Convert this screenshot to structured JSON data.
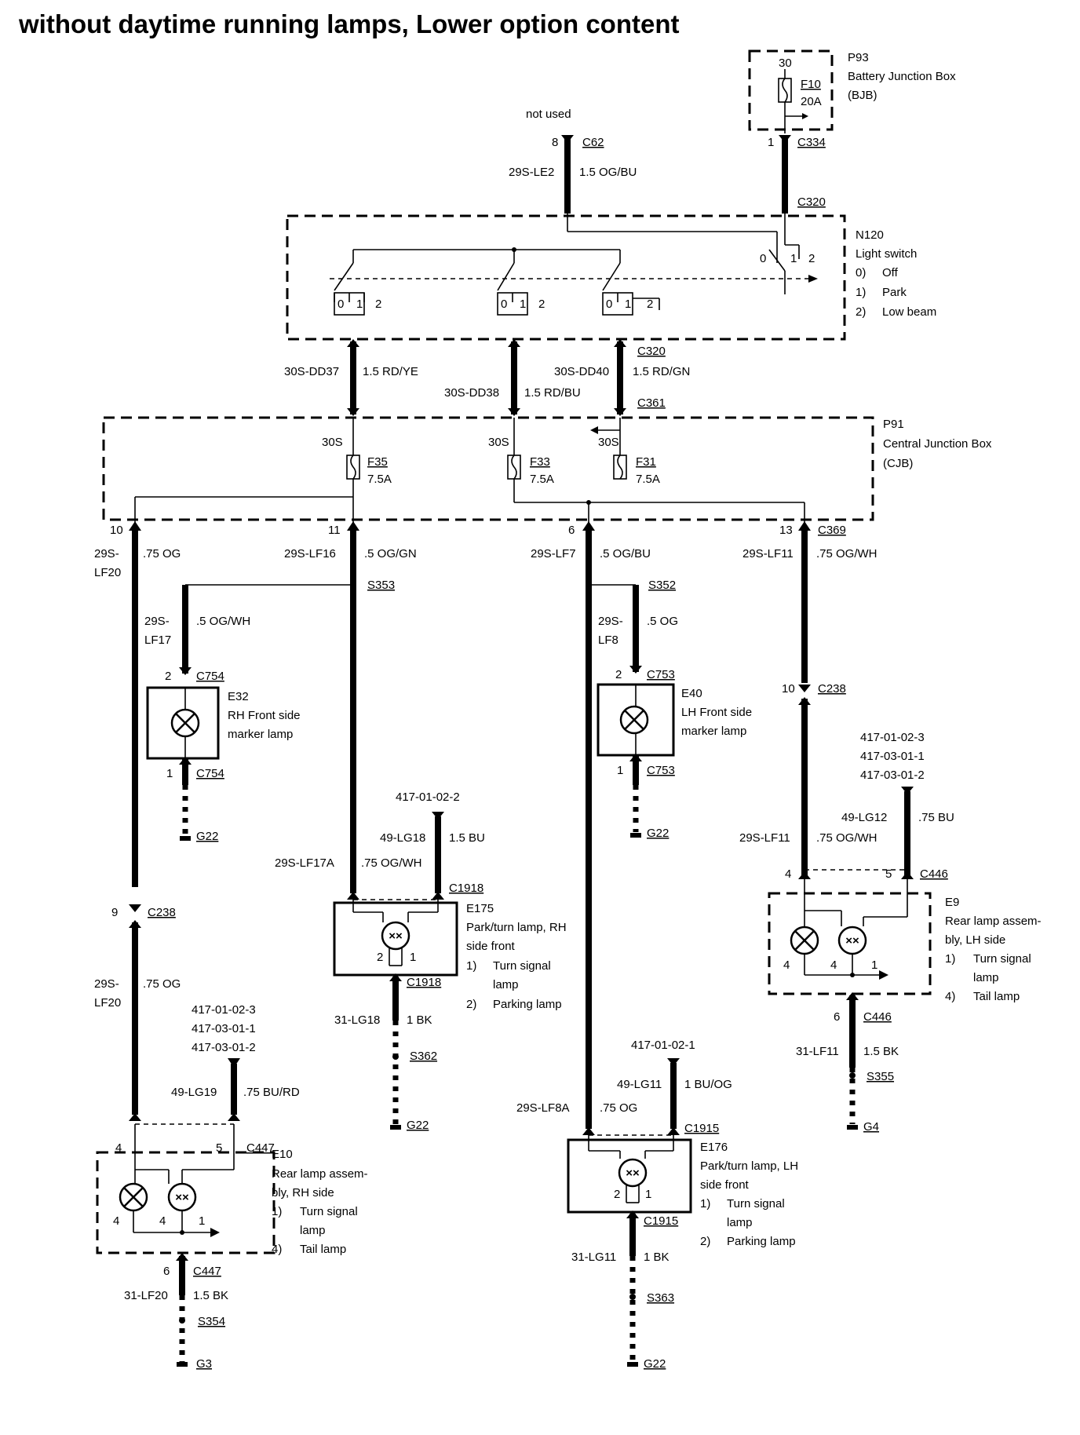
{
  "title": "without daytime running lamps, Lower option content",
  "p93": {
    "id": "P93",
    "name1": "Battery Junction Box",
    "name2": "(BJB)",
    "pin_top": "30",
    "fuse": "F10",
    "fuse_rating": "20A",
    "pin": "1",
    "connector": "C334"
  },
  "c62": {
    "note": "not used",
    "pin": "8",
    "connector": "C62",
    "circuit": "29S-LE2",
    "wire": "1.5 OG/BU"
  },
  "c320_top": "C320",
  "n120": {
    "id": "N120",
    "name": "Light switch",
    "opt0": "0)",
    "opt0_text": "Off",
    "opt1": "1)",
    "opt1_text": "Park",
    "opt2": "2)",
    "opt2_text": "Low beam",
    "pos0": "0",
    "pos1": "1",
    "pos2": "2"
  },
  "mid_wires": {
    "c320": "C320",
    "dd37": "30S-DD37",
    "dd37_wire": "1.5 RD/YE",
    "dd38": "30S-DD38",
    "dd38_wire": "1.5 RD/BU",
    "dd40": "30S-DD40",
    "dd40_wire": "1.5 RD/GN",
    "c361": "C361"
  },
  "p91": {
    "id": "P91",
    "name1": "Central Junction Box",
    "name2": "(CJB)",
    "f35": "F35",
    "f33": "F33",
    "f31": "F31",
    "rating": "7.5A",
    "pin30s": "30S"
  },
  "outputs": {
    "pin10": "10",
    "pin11": "11",
    "pin6": "6",
    "pin13": "13",
    "c369": "C369",
    "lf20": "29S-",
    "lf20b": "LF20",
    "lf20_wire": ".75 OG",
    "lf16": "29S-LF16",
    "lf16_wire": ".5 OG/GN",
    "lf7": "29S-LF7",
    "lf7_wire": ".5 OG/BU",
    "lf11": "29S-LF11",
    "lf11_wire": ".75 OG/WH"
  },
  "s353": "S353",
  "s352": "S352",
  "e32": {
    "lf17a": "29S-",
    "lf17b": "LF17",
    "wire": ".5 OG/WH",
    "pin2": "2",
    "conn": "C754",
    "id": "E32",
    "name1": "RH Front side",
    "name2": "marker lamp",
    "pin1": "1",
    "ground": "G22"
  },
  "e40": {
    "lf8a": "29S-",
    "lf8b": "LF8",
    "wire": ".5 OG",
    "pin2": "2",
    "conn": "C753",
    "id": "E40",
    "name1": "LH Front side",
    "name2": "marker lamp",
    "pin1": "1",
    "ground": "G22"
  },
  "c238_right": {
    "pin": "10",
    "conn": "C238"
  },
  "e175": {
    "ref": "417-01-02-2",
    "circ": "49-LG18",
    "wire": "1.5 BU",
    "lf17a": "29S-LF17A",
    "lf17a_wire": ".75 OG/WH",
    "conn": "C1918",
    "id": "E175",
    "name1": "Park/turn lamp, RH",
    "name2": "side front",
    "o1": "1)",
    "o1t": "Turn signal",
    "o1t2": "lamp",
    "o2": "2)",
    "o2t": "Parking lamp",
    "pin2": "2",
    "pin1": "1",
    "gnd_circ": "31-LG18",
    "gnd_wire": "1 BK",
    "splice": "S362",
    "ground": "G22"
  },
  "e9": {
    "ref1": "417-01-02-3",
    "ref2": "417-03-01-1",
    "ref3": "417-03-01-2",
    "circ": "49-LG12",
    "wire": ".75 BU",
    "lf11": "29S-LF11",
    "lf11_wire": ".75 OG/WH",
    "pin4": "4",
    "pin5": "5",
    "conn": "C446",
    "id": "E9",
    "name1": "Rear lamp assem-",
    "name2": "bly, LH side",
    "o1": "1)",
    "o1t": "Turn signal",
    "o1t2": "lamp",
    "o4": "4)",
    "o4t": "Tail lamp",
    "ip4a": "4",
    "ip4b": "4",
    "ip1": "1",
    "pin6": "6",
    "gnd_circ": "31-LF11",
    "gnd_wire": "1.5 BK",
    "splice": "S355",
    "ground": "G4"
  },
  "left_c238": {
    "pin": "9",
    "conn": "C238",
    "lf20a": "29S-",
    "lf20b": "LF20",
    "wire": ".75 OG"
  },
  "e10": {
    "ref1": "417-01-02-3",
    "ref2": "417-03-01-1",
    "ref3": "417-03-01-2",
    "circ": "49-LG19",
    "wire": ".75 BU/RD",
    "pin4": "4",
    "pin5": "5",
    "conn": "C447",
    "id": "E10",
    "name1": "Rear lamp assem-",
    "name2": "bly, RH side",
    "o1": "1)",
    "o1t": "Turn signal",
    "o1t2": "lamp",
    "o4": "4)",
    "o4t": "Tail lamp",
    "ip4a": "4",
    "ip4b": "4",
    "ip1": "1",
    "pin6": "6",
    "gnd_circ": "31-LF20",
    "gnd_wire": "1.5 BK",
    "splice": "S354",
    "ground": "G3"
  },
  "e176": {
    "ref": "417-01-02-1",
    "circ": "49-LG11",
    "wire": "1 BU/OG",
    "lf8a": "29S-LF8A",
    "lf8a_wire": ".75 OG",
    "conn": "C1915",
    "id": "E176",
    "name1": "Park/turn lamp, LH",
    "name2": "side front",
    "o1": "1)",
    "o1t": "Turn signal",
    "o1t2": "lamp",
    "o2": "2)",
    "o2t": "Parking lamp",
    "pin2": "2",
    "pin1": "1",
    "gnd_circ": "31-LG11",
    "gnd_wire": "1 BK",
    "splice": "S363",
    "ground": "G22"
  }
}
